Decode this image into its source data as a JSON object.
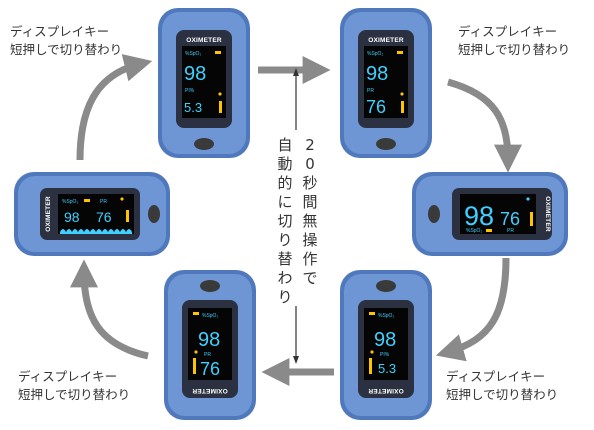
{
  "labels": {
    "top_left_line1": "ディスプレイキー",
    "top_left_line2": "短押しで切り替わり",
    "top_right_line1": "ディスプレイキー",
    "top_right_line2": "短押しで切り替わり",
    "bottom_left_line1": "ディスプレイキー",
    "bottom_left_line2": "短押しで切り替わり",
    "bottom_right_line1": "ディスプレイキー",
    "bottom_right_line2": "短押しで切り替わり",
    "center_col1": [
      "2",
      "0",
      "秒",
      "間",
      "無",
      "操",
      "作",
      "で"
    ],
    "center_col2": [
      "自",
      "動",
      "的",
      "に",
      "切",
      "り",
      "替",
      "わ",
      "り"
    ]
  },
  "device": {
    "title": "OXIMETER",
    "spo2_label": "%SpO₂",
    "pr_label": "PR",
    "pi_label": "PI%",
    "spo2_value": "98",
    "pr_value": "76",
    "pi_value": "5.3"
  },
  "colors": {
    "body_blue": "#6e95d4",
    "body_dark": "#4f78bd",
    "frame": "#2b3140",
    "screen": "#050505",
    "digit": "#3fd0ff",
    "bar": "#ffc400",
    "arrow": "#8a8a8a",
    "button": "#3a3a3a"
  }
}
